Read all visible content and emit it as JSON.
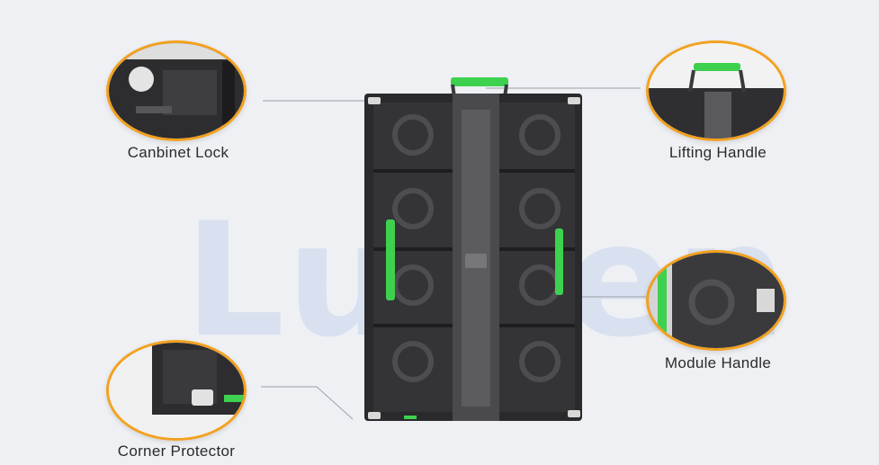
{
  "watermark": "Lumen",
  "callouts": {
    "cabinet_lock": "Canbinet Lock",
    "lifting_handle": "Lifting Handle",
    "module_handle": "Module Handle",
    "corner_protector": "Corner Protector"
  },
  "colors": {
    "accent_ring": "#f3a11e",
    "handle_green": "#3ed04f",
    "cabinet_dark": "#2a2a2c"
  }
}
